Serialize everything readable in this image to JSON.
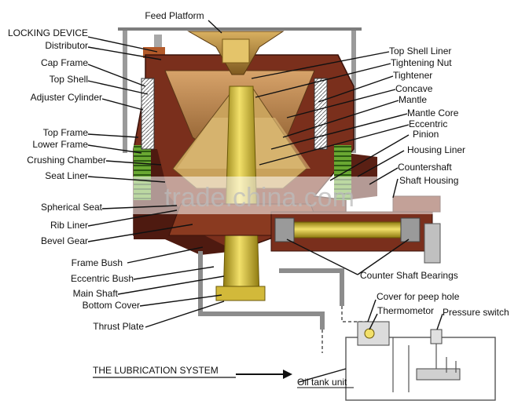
{
  "labels": {
    "feed_platform": "Feed Platform",
    "locking_device": "LOCKING DEVICE",
    "distributor": "Distributor",
    "cap_frame": "Cap Frame",
    "top_shell": "Top Shell",
    "adjuster_cylinder": "Adjuster Cylinder",
    "top_frame": "Top Frame",
    "lower_frame": "Lower Frame",
    "crushing_chamber": "Crushing Chamber",
    "seat_liner": "Seat Liner",
    "spherical_seat": "Spherical Seat",
    "rib_liner": "Rib Liner",
    "bevel_gear": "Bevel Gear",
    "frame_bush": "Frame Bush",
    "eccentric_bush": "Eccentric Bush",
    "main_shaft": "Main Shaft",
    "bottom_cover": "Bottom Cover",
    "thrust_plate": "Thrust Plate",
    "top_shell_liner": "Top Shell Liner",
    "tightening_nut": "Tightening Nut",
    "tightener": "Tightener",
    "concave": "Concave",
    "mantle": "Mantle",
    "mantle_core": "Mantle Core",
    "eccentric": "Eccentric",
    "pinion": "Pinion",
    "housing_liner": "Housing Liner",
    "countershaft": "Countershaft",
    "shaft_housing": "Shaft Housing",
    "counter_shaft_bearings": "Counter Shaft Bearings",
    "cover_for_peep_hole": "Cover for peep hole",
    "thermometer": "Thermometor",
    "pressure_switch": "Pressure switch",
    "lubrication_system": "THE LUBRICATION SYSTEM",
    "oil_tank_unit": "Oil tank unit",
    "watermark": "trade.china.com"
  },
  "colors": {
    "frame": "#7a2f1c",
    "frame_dark": "#4e1a10",
    "bowl": "#b8824a",
    "mantle": "#c9a25c",
    "shaft": "#d8c12e",
    "shaft_dark": "#8e7a10",
    "pipe": "#8c8c8c",
    "spring": "#3d7a1e"
  }
}
